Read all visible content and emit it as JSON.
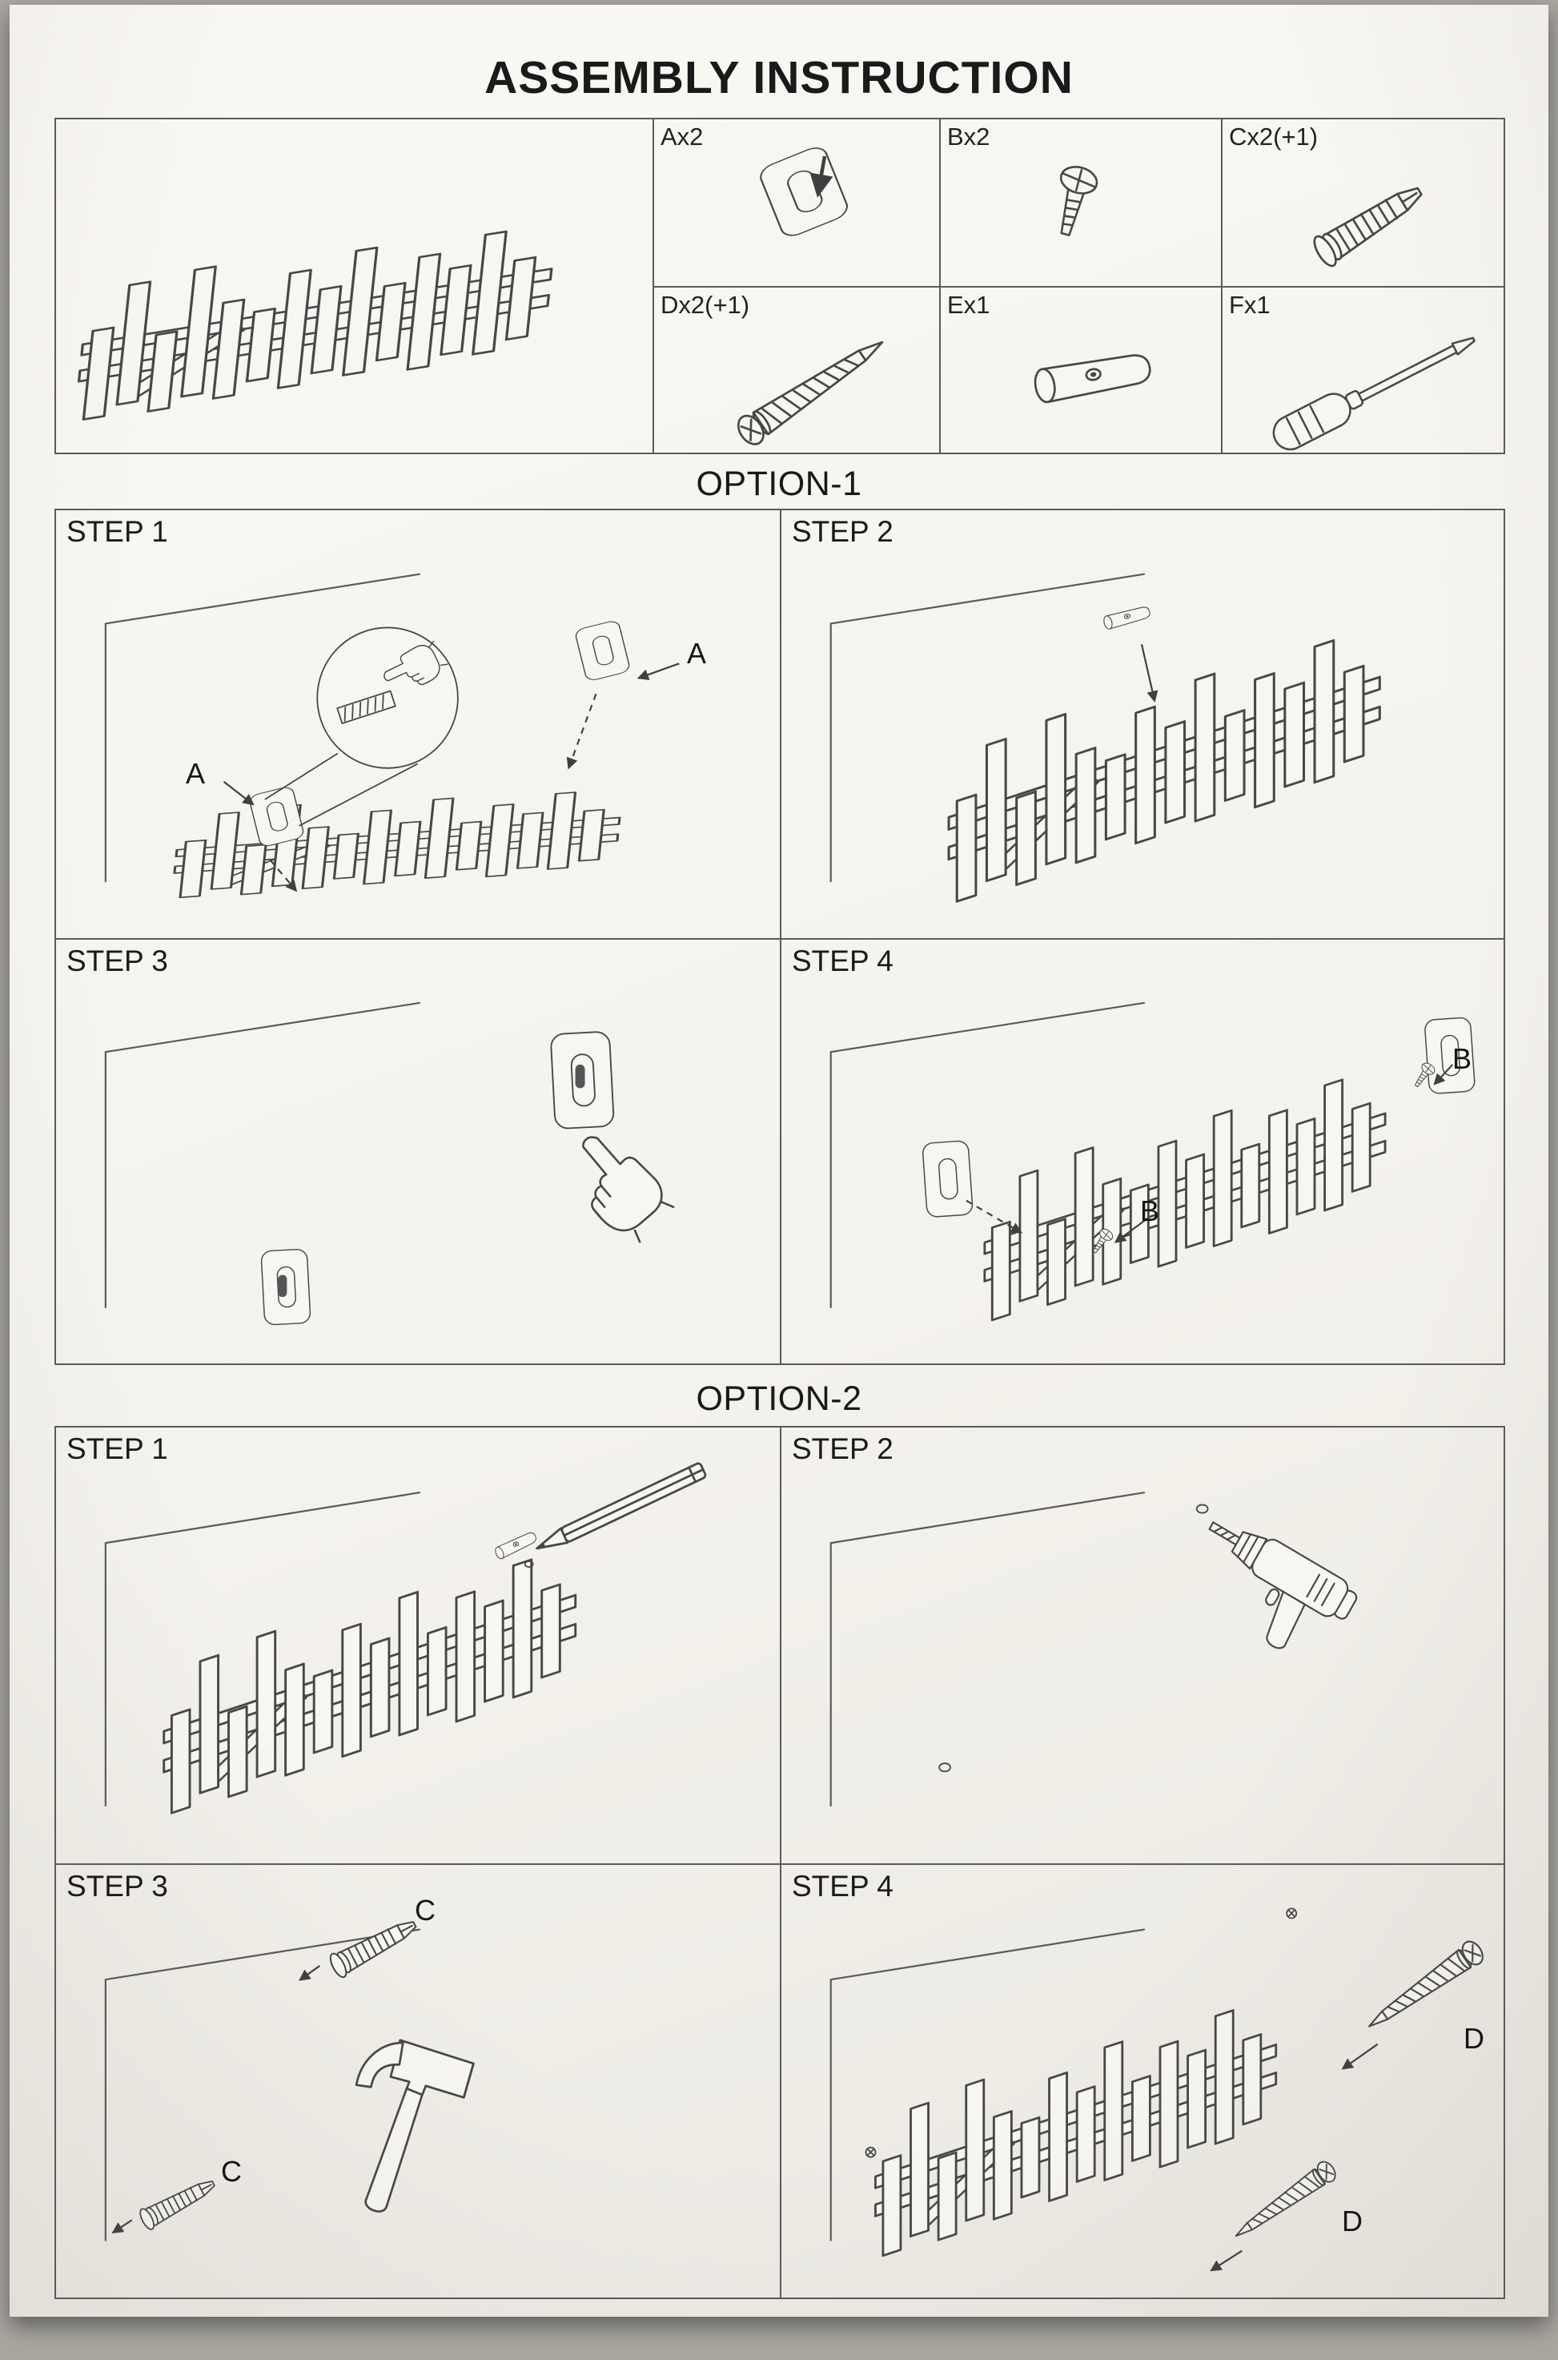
{
  "page": {
    "title": "ASSEMBLY INSTRUCTION"
  },
  "colors": {
    "paper": "#f8f6f2",
    "line": "#474747",
    "border": "#5a5a5a"
  },
  "parts": {
    "product_icon": "slat-coat-rack-drawing",
    "items": [
      {
        "label": "Ax2",
        "icon": "mounting-plate-icon"
      },
      {
        "label": "Bx2",
        "icon": "countersunk-screw-icon"
      },
      {
        "label": "Cx2(+1)",
        "icon": "wall-anchor-icon"
      },
      {
        "label": "Dx2(+1)",
        "icon": "wood-screw-icon"
      },
      {
        "label": "Ex1",
        "icon": "dowel-spacer-icon"
      },
      {
        "label": "Fx1",
        "icon": "screwdriver-icon"
      }
    ]
  },
  "option1": {
    "title": "OPTION-1",
    "steps": [
      {
        "label": "STEP 1",
        "annotations": [
          "A",
          "A"
        ]
      },
      {
        "label": "STEP 2",
        "annotations": []
      },
      {
        "label": "STEP 3",
        "annotations": []
      },
      {
        "label": "STEP 4",
        "annotations": [
          "B",
          "B"
        ]
      }
    ]
  },
  "option2": {
    "title": "OPTION-2",
    "steps": [
      {
        "label": "STEP 1",
        "annotations": []
      },
      {
        "label": "STEP 2",
        "annotations": []
      },
      {
        "label": "STEP 3",
        "annotations": [
          "C",
          "C"
        ]
      },
      {
        "label": "STEP 4",
        "annotations": [
          "D",
          "D"
        ]
      }
    ]
  }
}
